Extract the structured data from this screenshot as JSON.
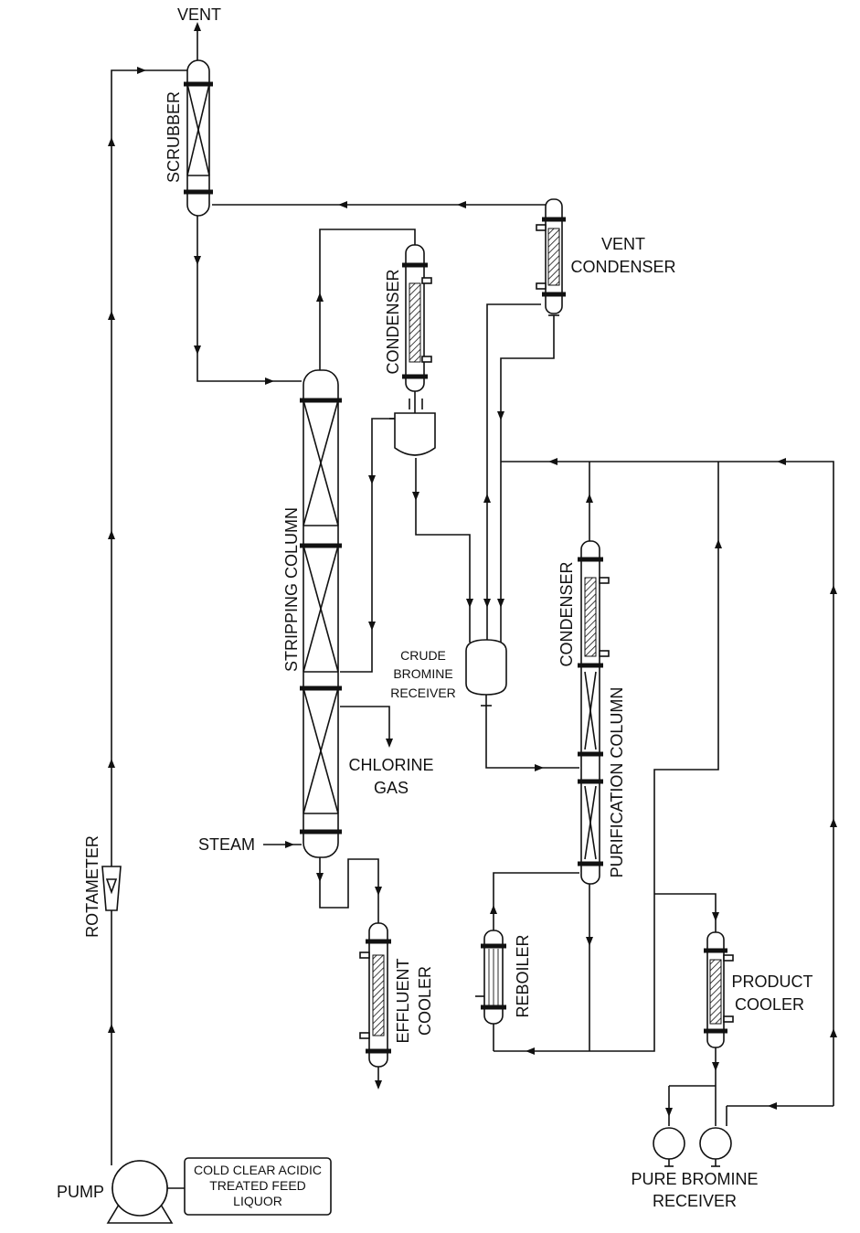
{
  "labels": {
    "vent": "VENT",
    "scrubber": "SCRUBBER",
    "vent_condenser_line1": "VENT",
    "vent_condenser_line2": "CONDENSER",
    "condenser_top": "CONDENSER",
    "stripping_column": "STRIPPING COLUMN",
    "crude_receiver_line1": "CRUDE",
    "crude_receiver_line2": "BROMINE",
    "crude_receiver_line3": "RECEIVER",
    "chlorine_line1": "CHLORINE",
    "chlorine_line2": "GAS",
    "steam": "STEAM",
    "condenser_right": "CONDENSER",
    "purification_column": "PURIFICATION COLUMN",
    "effluent_line1": "EFFLUENT",
    "effluent_line2": "COOLER",
    "reboiler": "REBOILER",
    "product_line1": "PRODUCT",
    "product_line2": "COOLER",
    "rotameter": "ROTAMETER",
    "pump": "PUMP",
    "feed_line1": "COLD CLEAR ACIDIC",
    "feed_line2": "TREATED FEED",
    "feed_line3": "LIQUOR",
    "pure_line1": "PURE BROMINE",
    "pure_line2": "RECEIVER"
  }
}
